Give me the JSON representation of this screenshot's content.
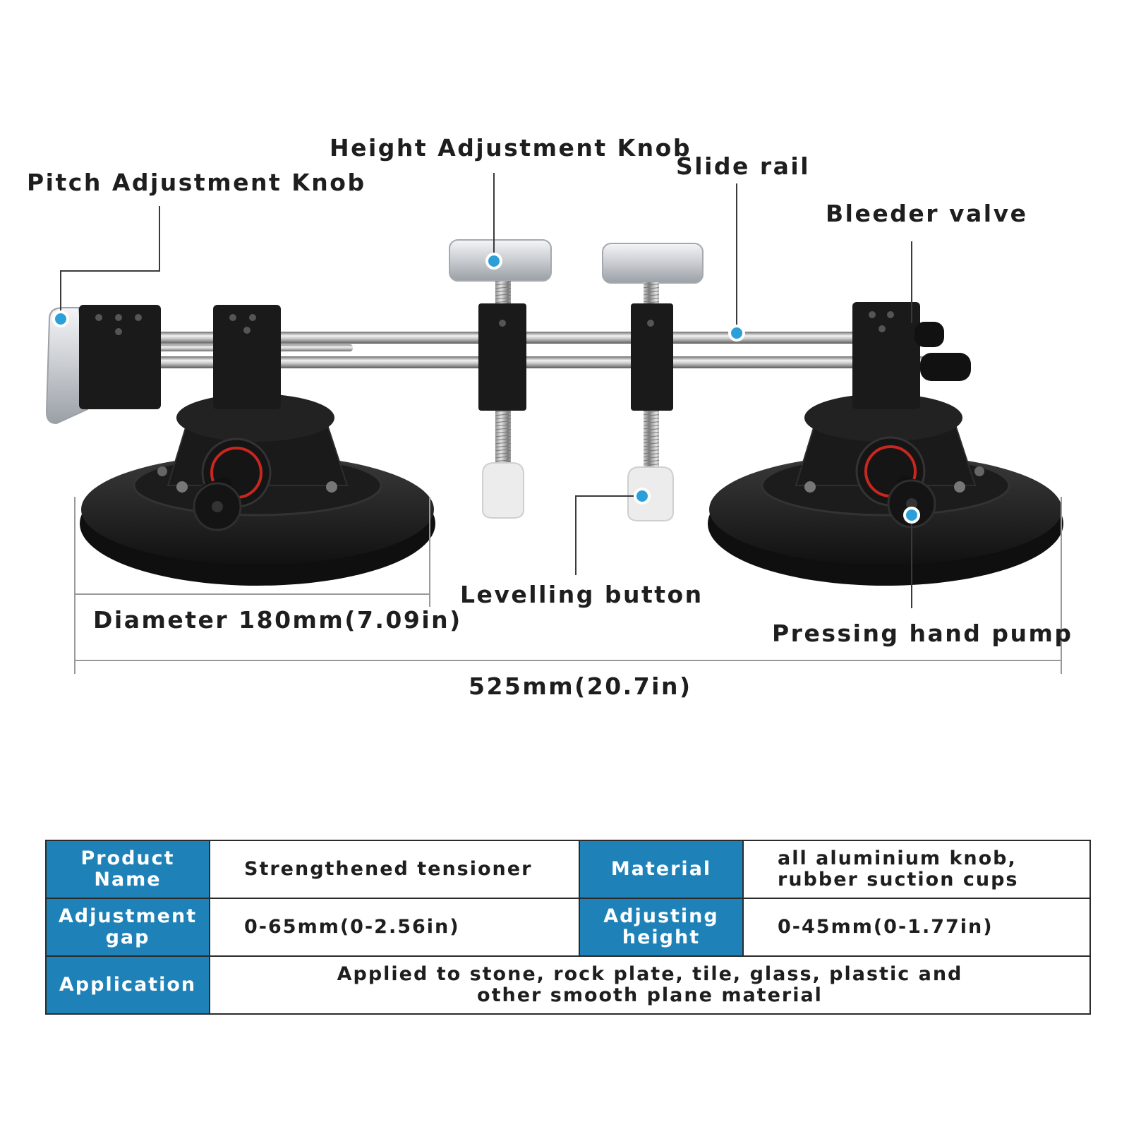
{
  "callouts": {
    "pitch_knob": "Pitch Adjustment Knob",
    "height_knob": "Height Adjustment Knob",
    "slide_rail": "Slide rail",
    "bleeder_valve": "Bleeder valve",
    "levelling_button": "Levelling button",
    "hand_pump": "Pressing hand pump"
  },
  "dimensions": {
    "diameter": "Diameter 180mm(7.09in)",
    "length": "525mm(20.7in)"
  },
  "specs": {
    "product_name": {
      "label": "Product Name",
      "value": "Strengthened tensioner"
    },
    "material": {
      "label": "Material",
      "value_lines": [
        "all aluminium knob,",
        "rubber suction cups"
      ]
    },
    "adjustment_gap": {
      "label_lines": [
        "Adjustment",
        "gap"
      ],
      "value": "0-65mm(0-2.56in)"
    },
    "adjusting_height": {
      "label_lines": [
        "Adjusting",
        "height"
      ],
      "value": "0-45mm(0-1.77in)"
    },
    "application": {
      "label": "Application",
      "value_lines": [
        "Applied to stone, rock plate, tile, glass, plastic and",
        "other smooth plane material"
      ]
    }
  },
  "colors": {
    "label_blue": "#1e82b8",
    "callout_dot": "#2a9fd8",
    "text": "#1e1e1e"
  }
}
